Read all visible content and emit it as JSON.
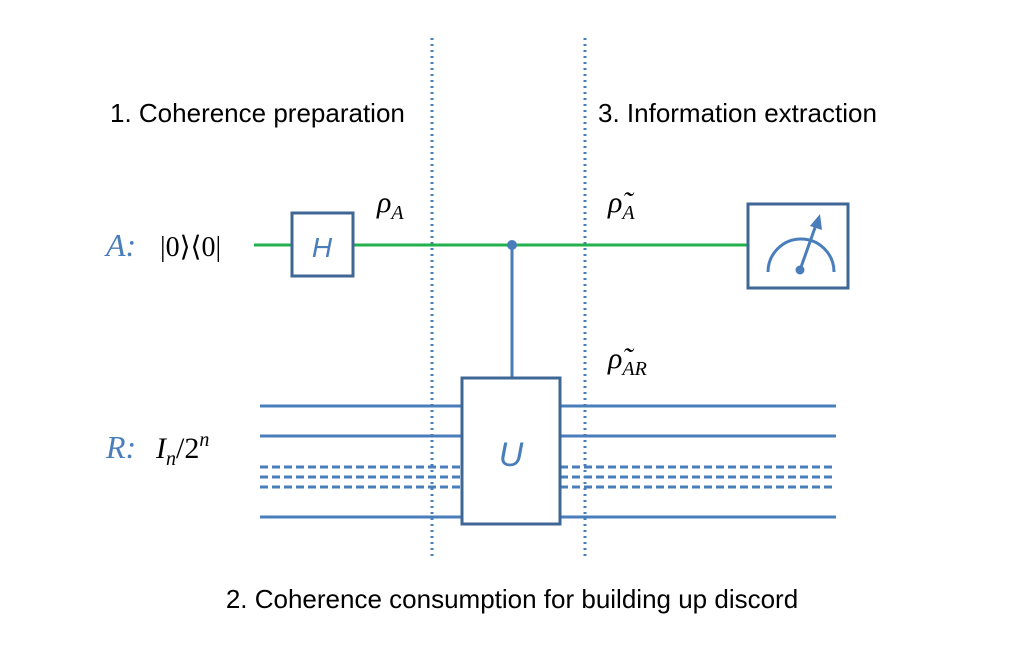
{
  "stages": {
    "stage1": "1. Coherence preparation",
    "stage2": "2. Coherence consumption for building up discord",
    "stage3": "3. Information extraction"
  },
  "qubit_a": {
    "label": "A:",
    "state": "|0⟩⟨0|",
    "wire_color": "#22b14c"
  },
  "register_r": {
    "label": "R:",
    "state_base": "I",
    "state_sub": "n",
    "state_mid": "/2",
    "state_sup": "n"
  },
  "gates": {
    "hadamard": "H",
    "unitary": "U"
  },
  "states": {
    "rho_a_base": "ρ",
    "rho_a_sub": "A",
    "rho_a_tilde_base": "ρ̃",
    "rho_a_tilde_sub": "A",
    "rho_ar_tilde_base": "ρ̃",
    "rho_ar_tilde_sub": "AR"
  },
  "colors": {
    "blue": "#4a7ebb",
    "green": "#22b14c",
    "dotted": "#4a7ebb"
  }
}
